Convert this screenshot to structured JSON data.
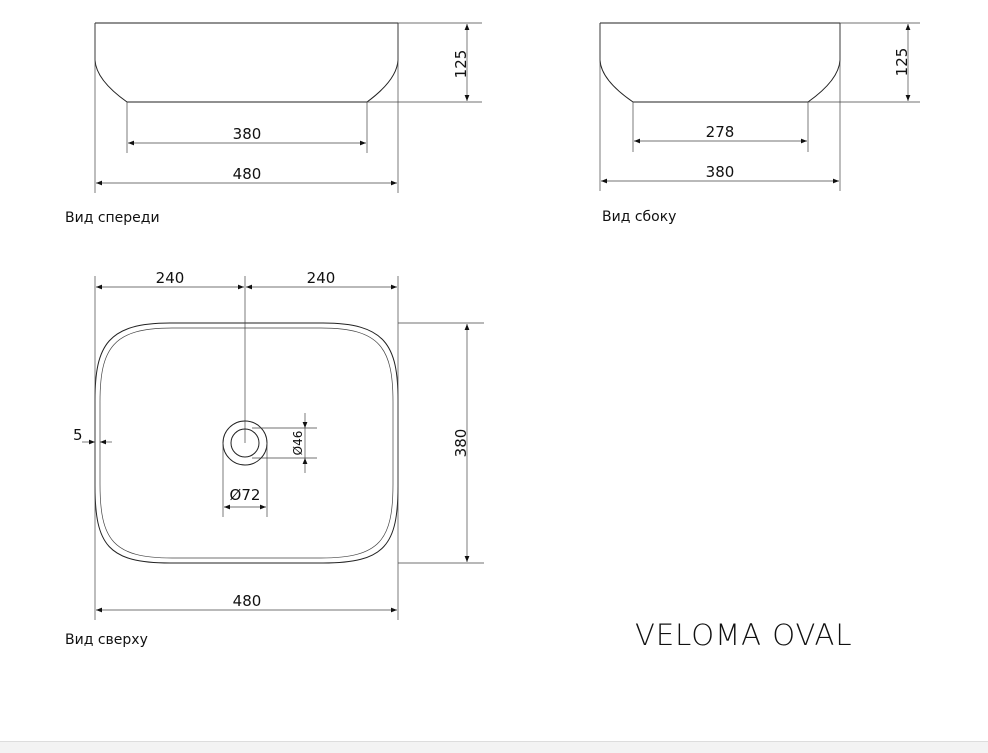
{
  "front_view": {
    "label": "Вид спереди",
    "height": "125",
    "bottom_width": "380",
    "width": "480"
  },
  "side_view": {
    "label": "Вид сбоку",
    "height": "125",
    "bottom_width": "278",
    "width": "380"
  },
  "top_view": {
    "label": "Вид сверху",
    "half_left": "240",
    "half_right": "240",
    "depth": "380",
    "width": "480",
    "rim": "5",
    "drain_outer": "Ø72",
    "drain_inner": "Ø46"
  },
  "product_name": "VELOMA OVAL"
}
